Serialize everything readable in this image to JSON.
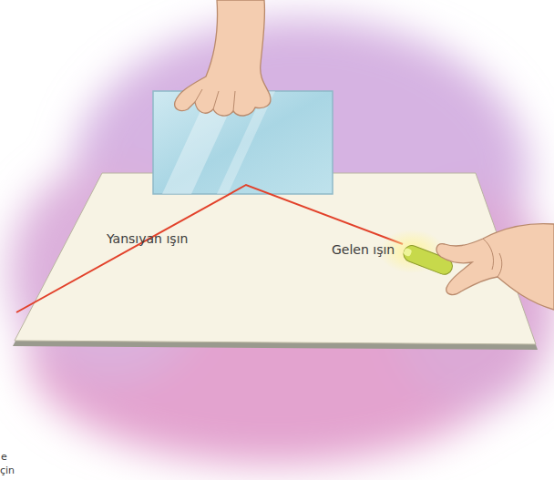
{
  "diagram": {
    "labels": [
      "Yansıyan ışın",
      "Gelen ışın",
      "e",
      "çin"
    ]
  }
}
